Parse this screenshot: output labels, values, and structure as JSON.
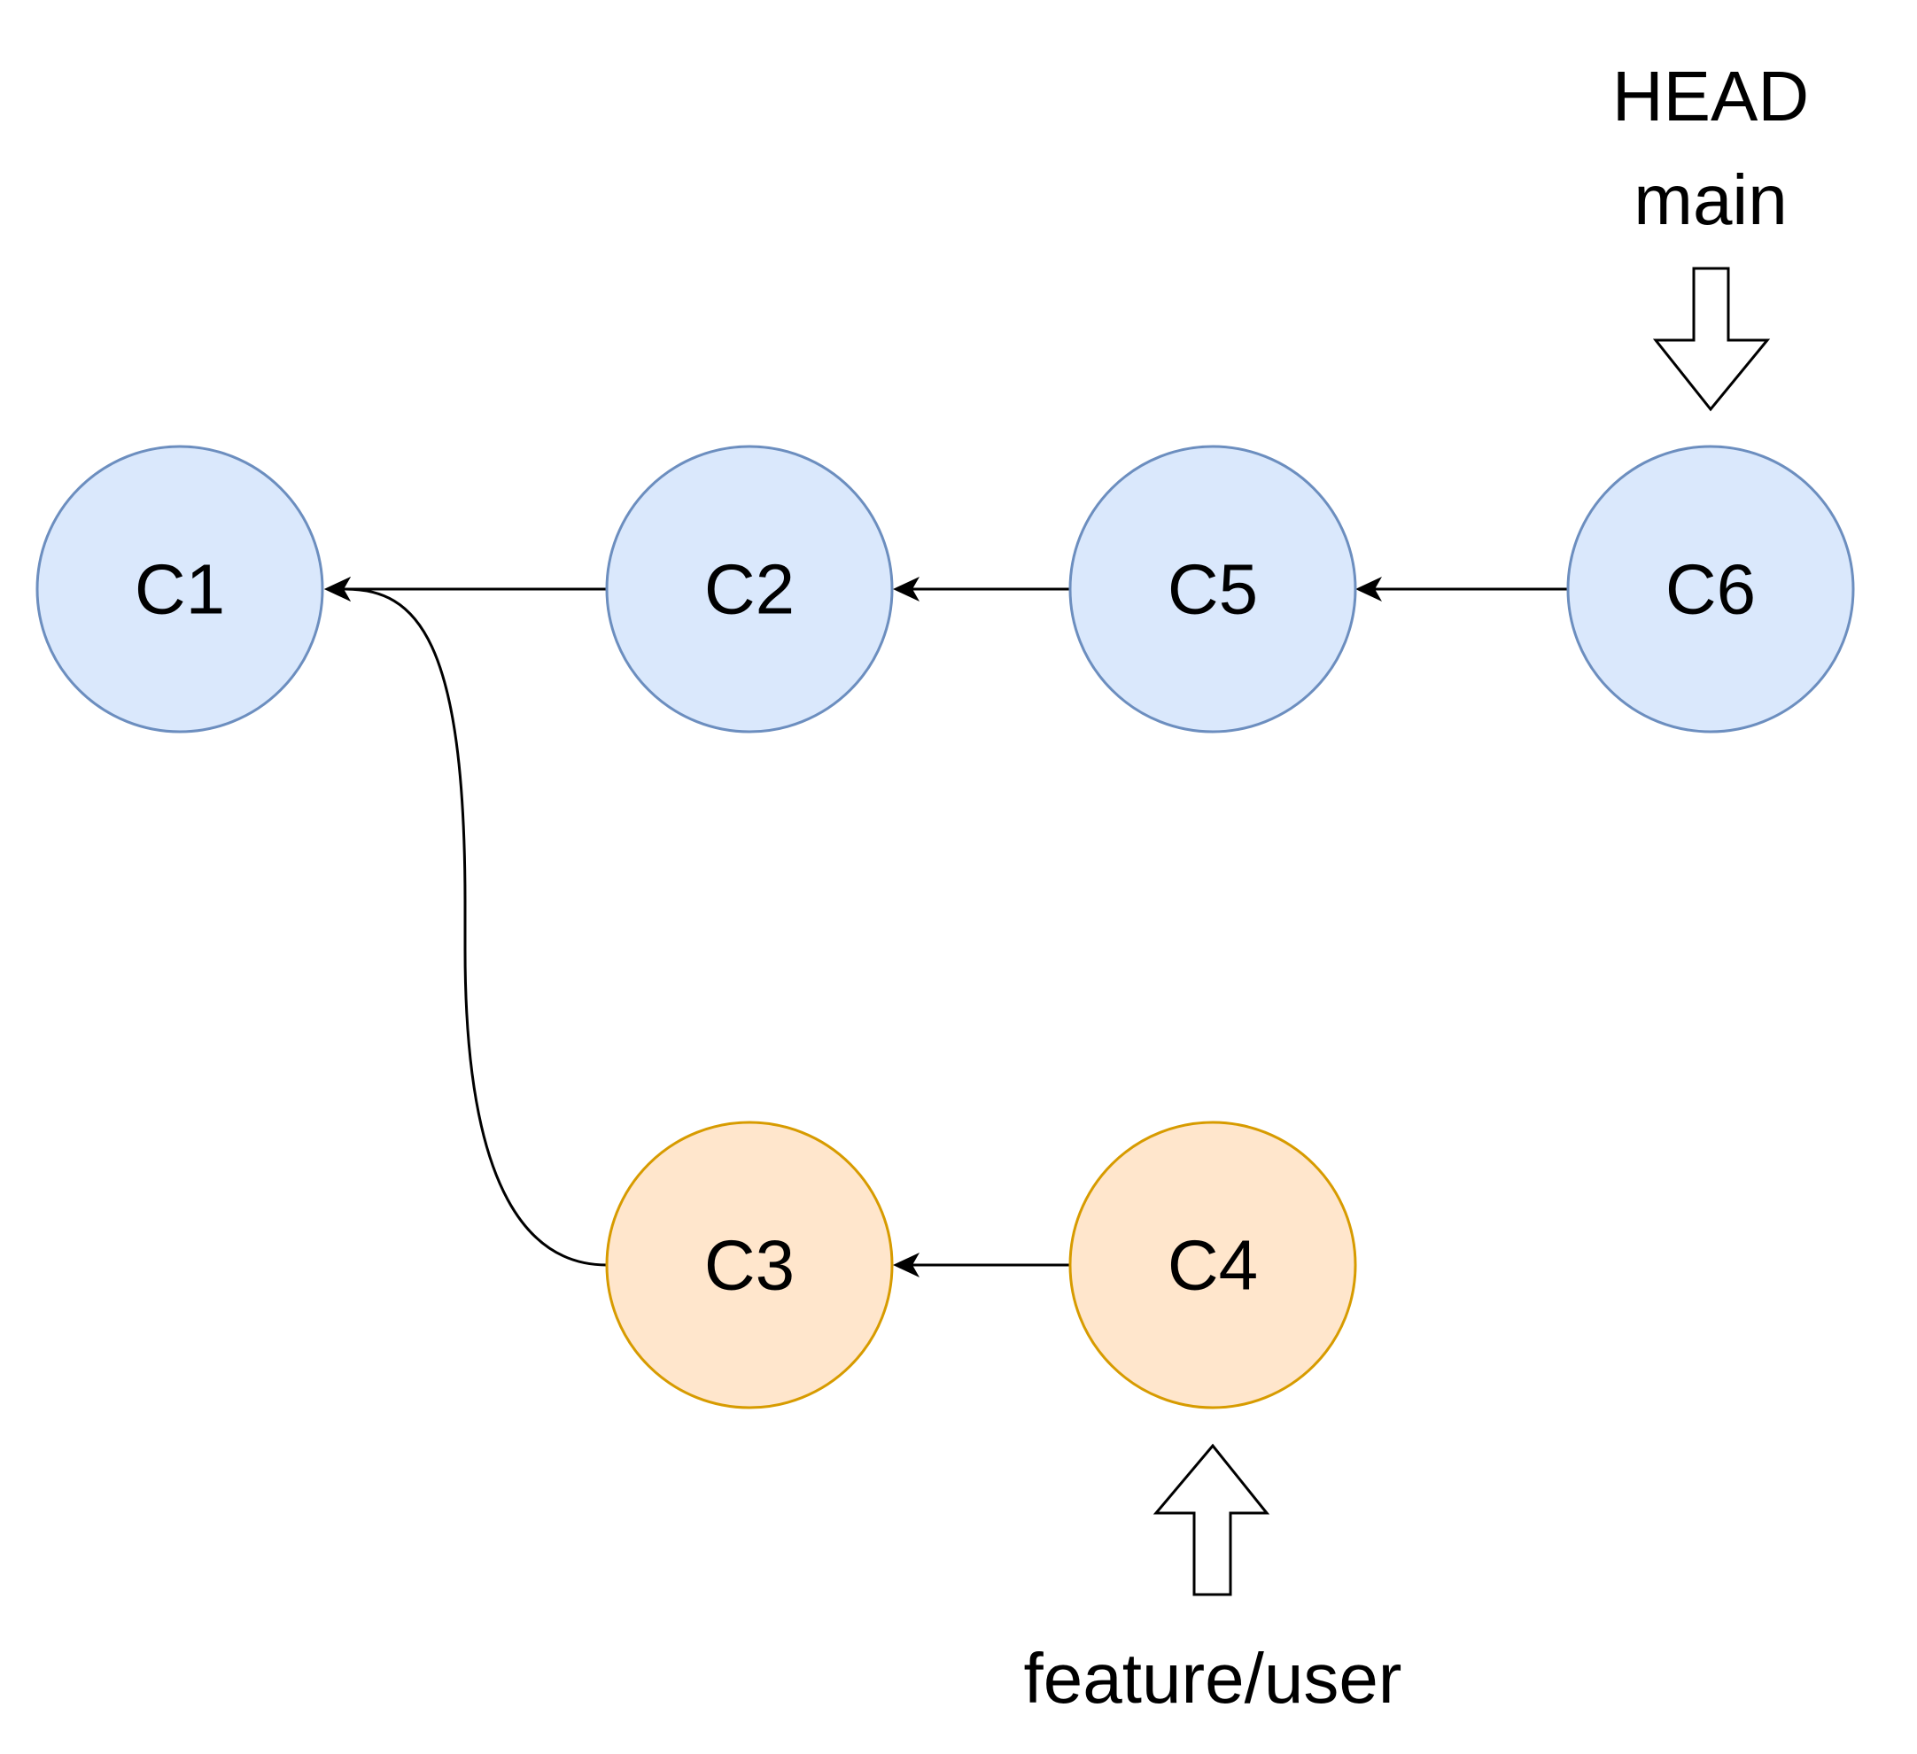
{
  "commits": [
    {
      "id": "c1",
      "label": "C1",
      "branch": "main"
    },
    {
      "id": "c2",
      "label": "C2",
      "branch": "main"
    },
    {
      "id": "c5",
      "label": "C5",
      "branch": "main"
    },
    {
      "id": "c6",
      "label": "C6",
      "branch": "main"
    },
    {
      "id": "c3",
      "label": "C3",
      "branch": "feature"
    },
    {
      "id": "c4",
      "label": "C4",
      "branch": "feature"
    }
  ],
  "edges": [
    {
      "from": "C2",
      "to": "C1"
    },
    {
      "from": "C5",
      "to": "C2"
    },
    {
      "from": "C6",
      "to": "C5"
    },
    {
      "from": "C3",
      "to": "C1"
    },
    {
      "from": "C4",
      "to": "C3"
    }
  ],
  "pointers": {
    "head": {
      "line1": "HEAD",
      "line2": "main",
      "target": "C6"
    },
    "feature": {
      "label": "feature/user",
      "target": "C4"
    }
  },
  "colors": {
    "main_fill": "#dae8fc",
    "main_stroke": "#6c8ebf",
    "feature_fill": "#ffe6cc",
    "feature_stroke": "#d79b00",
    "edge": "#000000"
  }
}
